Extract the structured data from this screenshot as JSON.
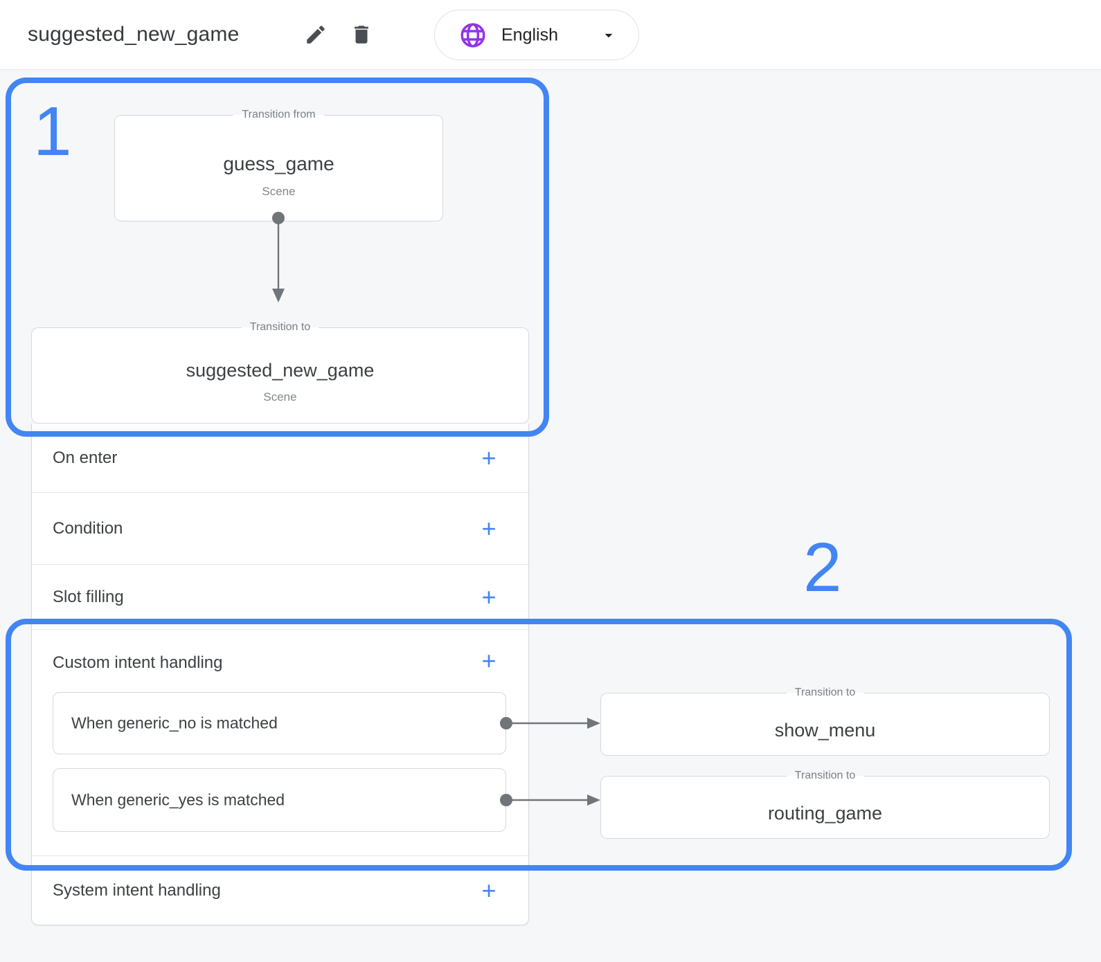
{
  "header": {
    "title": "suggested_new_game",
    "language": {
      "label": "English"
    }
  },
  "annotations": {
    "step1": "1",
    "step2": "2"
  },
  "diagram": {
    "transition_from": {
      "legend": "Transition from",
      "title": "guess_game",
      "subtitle": "Scene"
    },
    "transition_to_scene": {
      "legend": "Transition to",
      "title": "suggested_new_game",
      "subtitle": "Scene"
    }
  },
  "scene": {
    "add_label": "+",
    "sections": [
      {
        "label": "On enter"
      },
      {
        "label": "Condition"
      },
      {
        "label": "Slot filling"
      },
      {
        "label": "Custom intent handling"
      },
      {
        "label": "System intent handling"
      }
    ]
  },
  "custom_intents": [
    {
      "label": "When generic_no is matched",
      "target": {
        "legend": "Transition to",
        "title": "show_menu"
      }
    },
    {
      "label": "When generic_yes is matched",
      "target": {
        "legend": "Transition to",
        "title": "routing_game"
      }
    }
  ],
  "colors": {
    "annotation_blue": "#4285f4",
    "accent_blue": "#4285f4",
    "globe_purple": "#9334e6",
    "connector_gray": "#70757a",
    "scene_header_gray": "#f0f2f4"
  }
}
